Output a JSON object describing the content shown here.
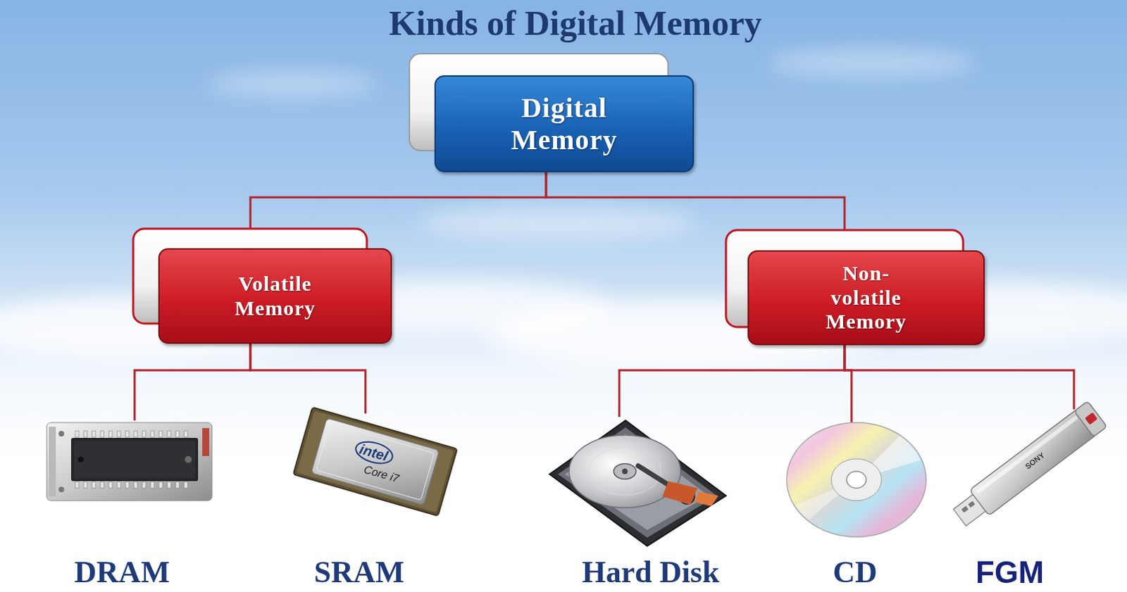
{
  "diagram": {
    "title": "Kinds of Digital Memory",
    "nodes": [
      {
        "text": [
          "Digital Memory"
        ]
      },
      {
        "text": [
          "Volatile Memory"
        ]
      },
      {
        "text": [
          "Non-volatile Memory"
        ]
      },
      {
        "text": [
          "DRAM"
        ]
      },
      {
        "text": [
          "SRAM"
        ]
      },
      {
        "text": [
          "Hard Disk"
        ]
      },
      {
        "text": [
          "CD"
        ]
      },
      {
        "text": [
          "FGM"
        ]
      }
    ],
    "edges": [
      {
        "from": 0,
        "to": 1,
        "arrow": "none"
      },
      {
        "from": 0,
        "to": 2,
        "arrow": "none"
      },
      {
        "from": 1,
        "to": 3,
        "arrow": "none"
      },
      {
        "from": 1,
        "to": 4,
        "arrow": "none"
      },
      {
        "from": 2,
        "to": 5,
        "arrow": "none"
      },
      {
        "from": 2,
        "to": 6,
        "arrow": "none"
      },
      {
        "from": 2,
        "to": 7,
        "arrow": "none"
      }
    ],
    "labels": [
      "intel",
      "Core i7",
      "SONY"
    ]
  }
}
